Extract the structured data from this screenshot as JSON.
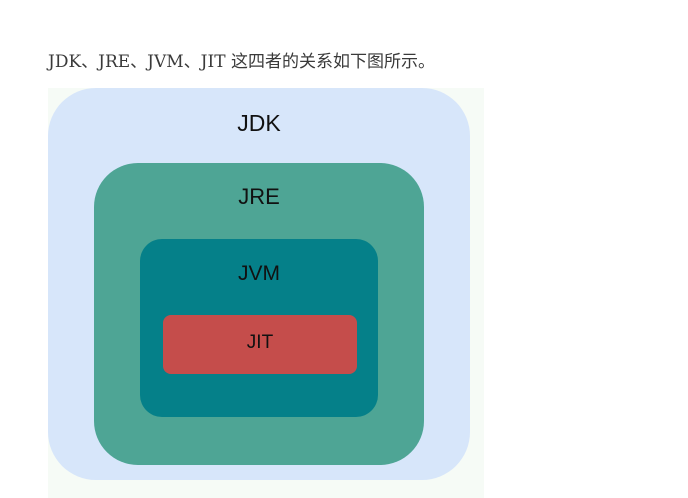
{
  "article": {
    "intro_text": "JDK、JRE、JVM、JIT 这四者的关系如下图所示。"
  },
  "diagram": {
    "layers": {
      "jdk": {
        "label": "JDK",
        "color": "#d7e6fa"
      },
      "jre": {
        "label": "JRE",
        "color": "#4ea595"
      },
      "jvm": {
        "label": "JVM",
        "color": "#058089"
      },
      "jit": {
        "label": "JIT",
        "color": "#c54d4b"
      }
    }
  }
}
